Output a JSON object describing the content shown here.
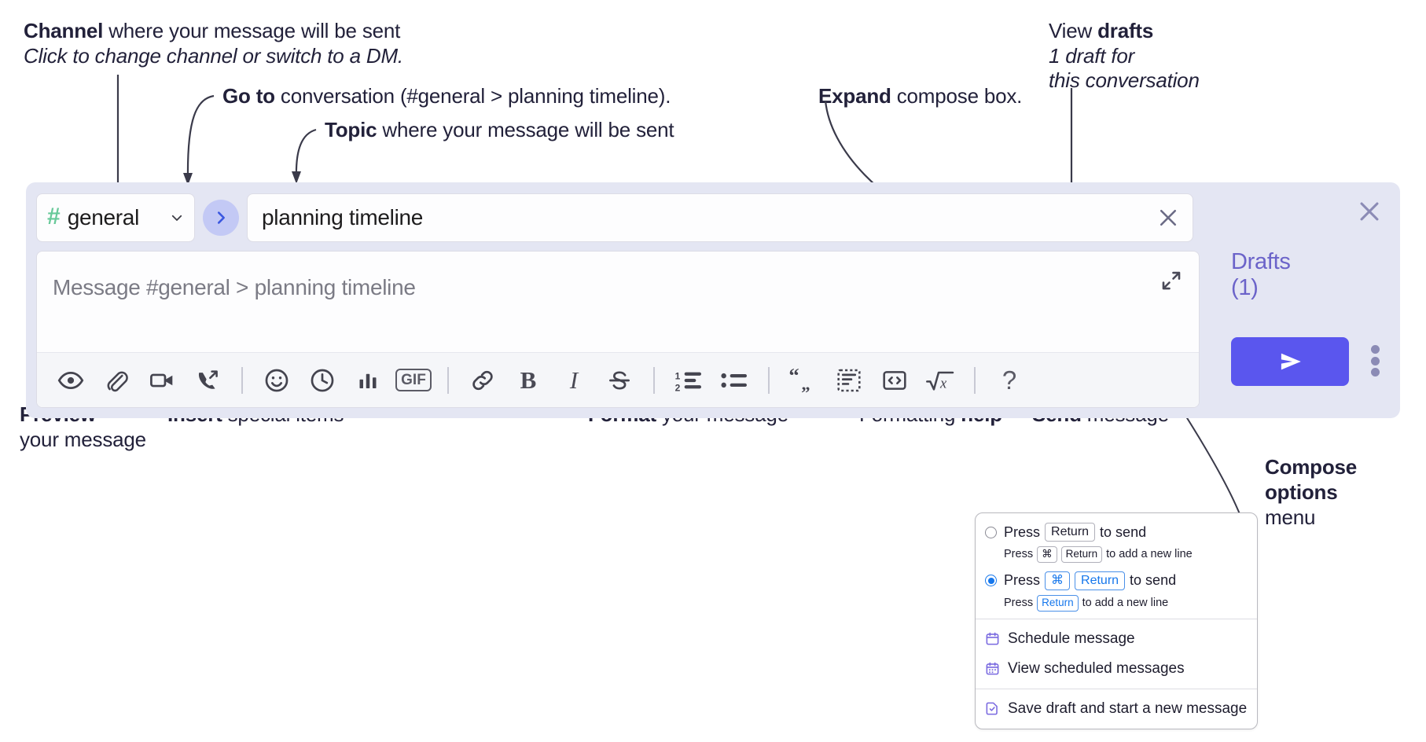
{
  "annotations": {
    "channel": {
      "bold": "Channel",
      "rest": " where your message will be sent",
      "sub": "Click to change channel or switch to a DM."
    },
    "goto": {
      "bold": "Go to",
      "rest": " conversation (#general > planning timeline)."
    },
    "topic": {
      "bold": "Topic",
      "rest": " where your message will be sent"
    },
    "expand": {
      "bold": "Expand",
      "rest": " compose box."
    },
    "drafts": {
      "bold_lead": "View ",
      "bold": "drafts",
      "sub1": "1 draft for",
      "sub2": "this conversation"
    },
    "preview": {
      "bold": "Preview",
      "rest": "your message"
    },
    "insert": {
      "bold": "Insert",
      "rest": " special items"
    },
    "format": {
      "bold": "Format",
      "rest": " your message"
    },
    "help": {
      "lead": "Formatting ",
      "bold": "help"
    },
    "send": {
      "bold": "Send",
      "rest": " message"
    },
    "compose_options": {
      "bold1": "Compose",
      "bold2": "options",
      "rest": "menu"
    }
  },
  "compose": {
    "channel_name": "general",
    "channel_hash": "#",
    "topic_value": "planning timeline",
    "message_placeholder": "Message #general > planning timeline",
    "drafts_label": "Drafts (1)",
    "icons": {
      "chevron": "chevron-down-icon",
      "goto": "goto-arrow-icon",
      "clear": "clear-topic-icon",
      "expand": "expand-icon",
      "close": "close-panel-icon",
      "send": "send-icon",
      "kebab": "compose-options-icon"
    },
    "toolbar": [
      {
        "name": "preview-icon",
        "label": "Preview"
      },
      {
        "name": "attachment-icon",
        "label": "Attach file"
      },
      {
        "name": "video-icon",
        "label": "Video clip"
      },
      {
        "name": "audio-call-icon",
        "label": "Audio clip"
      },
      {
        "name": "divider-1",
        "label": ""
      },
      {
        "name": "emoji-icon",
        "label": "Emoji"
      },
      {
        "name": "clock-icon",
        "label": "Reminder"
      },
      {
        "name": "poll-icon",
        "label": "Poll"
      },
      {
        "name": "gif-icon",
        "label": "GIF"
      },
      {
        "name": "divider-2",
        "label": ""
      },
      {
        "name": "link-icon",
        "label": "Link"
      },
      {
        "name": "bold-icon",
        "label": "B"
      },
      {
        "name": "italic-icon",
        "label": "I"
      },
      {
        "name": "strikethrough-icon",
        "label": "S"
      },
      {
        "name": "divider-3",
        "label": ""
      },
      {
        "name": "ordered-list-icon",
        "label": "Ordered list"
      },
      {
        "name": "bulleted-list-icon",
        "label": "Bulleted list"
      },
      {
        "name": "divider-4",
        "label": ""
      },
      {
        "name": "blockquote-icon",
        "label": "Blockquote"
      },
      {
        "name": "code-block-icon",
        "label": "Code block"
      },
      {
        "name": "inline-code-icon",
        "label": "Code"
      },
      {
        "name": "math-icon",
        "label": "Math"
      },
      {
        "name": "divider-5",
        "label": ""
      },
      {
        "name": "help-icon",
        "label": "?"
      }
    ]
  },
  "menu": {
    "options": [
      {
        "selected": false,
        "line1_pre": "Press",
        "line1_key": "Return",
        "line1_post": "to send",
        "line2_pre": "Press",
        "line2_key1": "⌘",
        "line2_key2": "Return",
        "line2_post": "to add a new line"
      },
      {
        "selected": true,
        "line1_pre": "Press",
        "line1_key1": "⌘",
        "line1_key2": "Return",
        "line1_post": "to send",
        "line2_pre": "Press",
        "line2_key": "Return",
        "line2_post": "to add a new line"
      }
    ],
    "items": [
      {
        "icon": "calendar-schedule-icon",
        "label": "Schedule message"
      },
      {
        "icon": "calendar-grid-icon",
        "label": "View scheduled messages"
      },
      {
        "icon": "save-draft-icon",
        "label": "Save draft and start a new message"
      }
    ]
  },
  "colors": {
    "accent": "#5a56ee",
    "panel": "#e4e6f3",
    "hash_green": "#67c999",
    "drafts_purple": "#6b63c9",
    "menu_blue": "#1677ec"
  }
}
